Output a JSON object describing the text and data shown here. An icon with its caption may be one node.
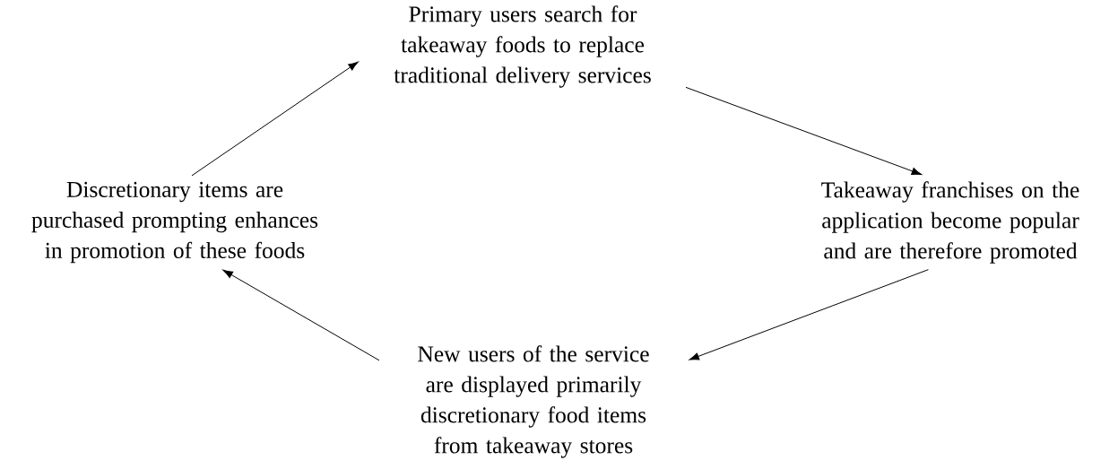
{
  "diagram": {
    "nodes": [
      {
        "text": [
          "Primary users search for takeaway foods to replace traditional delivery services"
        ]
      },
      {
        "text": [
          "Takeaway franchises on the application become popular and are therefore promoted"
        ]
      },
      {
        "text": [
          "New users of the service are displayed primarily discretionary food items from takeaway stores"
        ]
      },
      {
        "text": [
          "Discretionary items are purchased prompting enhances in promotion of these foods"
        ]
      }
    ],
    "edges": [
      {
        "from": 0,
        "to": 1,
        "arrow": "to"
      },
      {
        "from": 1,
        "to": 2,
        "arrow": "to"
      },
      {
        "from": 2,
        "to": 3,
        "arrow": "to"
      },
      {
        "from": 3,
        "to": 0,
        "arrow": "to"
      }
    ]
  }
}
